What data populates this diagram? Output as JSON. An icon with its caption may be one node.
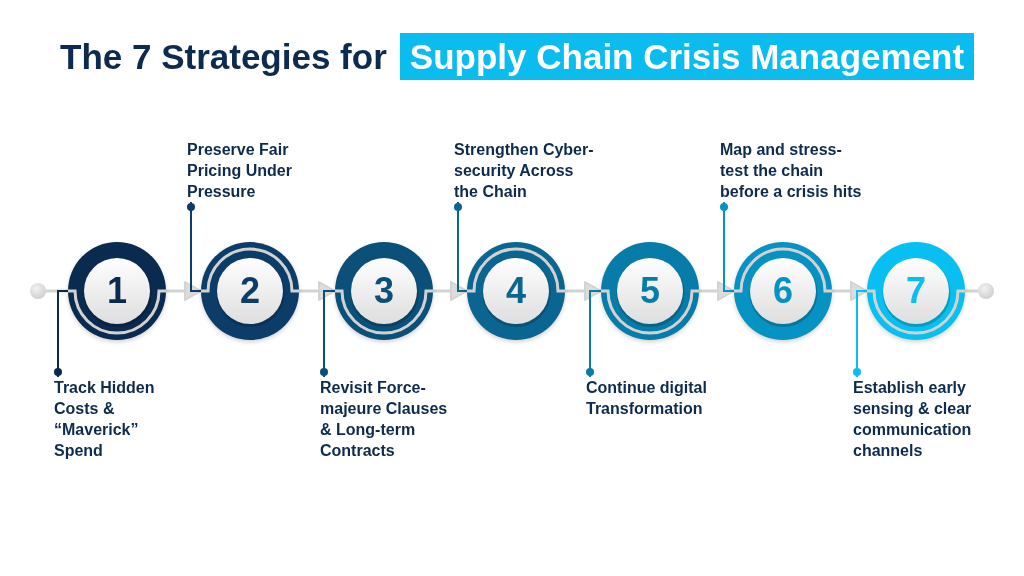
{
  "diagram": {
    "title": "The 7 Strategies for",
    "nodes": [
      {
        "text": [
          "Supply Chain Crisis Management"
        ]
      },
      {
        "text": [],
        "shape": "circle"
      },
      {
        "text": [
          "1"
        ]
      },
      {
        "text": [
          "2"
        ]
      },
      {
        "text": [
          "3"
        ]
      },
      {
        "text": [
          "4"
        ]
      },
      {
        "text": [
          "5"
        ]
      },
      {
        "text": [
          "6"
        ]
      },
      {
        "text": [
          "7"
        ]
      },
      {
        "text": [],
        "shape": "circle"
      },
      {
        "text": [
          "Track Hidden Costs & “Maverick” Spend"
        ]
      },
      {
        "text": [
          "Preserve Fair Pricing Under Pressure"
        ]
      },
      {
        "text": [
          "Revisit Force-majeure Clauses & Long-term Contracts"
        ]
      },
      {
        "text": [
          "Strengthen Cyber-security Across the Chain"
        ]
      },
      {
        "text": [
          "Continue digital Transformation"
        ]
      },
      {
        "text": [
          "Map and stress-test the chain before a crisis hits"
        ]
      },
      {
        "text": [
          "Establish early sensing & clear communication channels"
        ]
      }
    ],
    "edges": [
      {
        "from": 1,
        "to": 2,
        "arrow": "none"
      },
      {
        "from": 2,
        "to": 3,
        "arrow": "to"
      },
      {
        "from": 3,
        "to": 4,
        "arrow": "to"
      },
      {
        "from": 4,
        "to": 5,
        "arrow": "to"
      },
      {
        "from": 5,
        "to": 6,
        "arrow": "to"
      },
      {
        "from": 6,
        "to": 7,
        "arrow": "to"
      },
      {
        "from": 7,
        "to": 8,
        "arrow": "to"
      },
      {
        "from": 8,
        "to": 9,
        "arrow": "none"
      },
      {
        "from": 10,
        "to": 2,
        "arrow": "other",
        "color": "#0b2a4f"
      },
      {
        "from": 11,
        "to": 3,
        "arrow": "other",
        "color": "#0c3c68"
      },
      {
        "from": 12,
        "to": 4,
        "arrow": "other",
        "color": "#0a5079"
      },
      {
        "from": 13,
        "to": 5,
        "arrow": "other",
        "color": "#0a6591"
      },
      {
        "from": 14,
        "to": 6,
        "arrow": "other",
        "color": "#077ca8"
      },
      {
        "from": 15,
        "to": 7,
        "arrow": "other",
        "color": "#0692c3"
      },
      {
        "from": 16,
        "to": 8,
        "arrow": "other",
        "color": "#07bff0"
      }
    ]
  }
}
